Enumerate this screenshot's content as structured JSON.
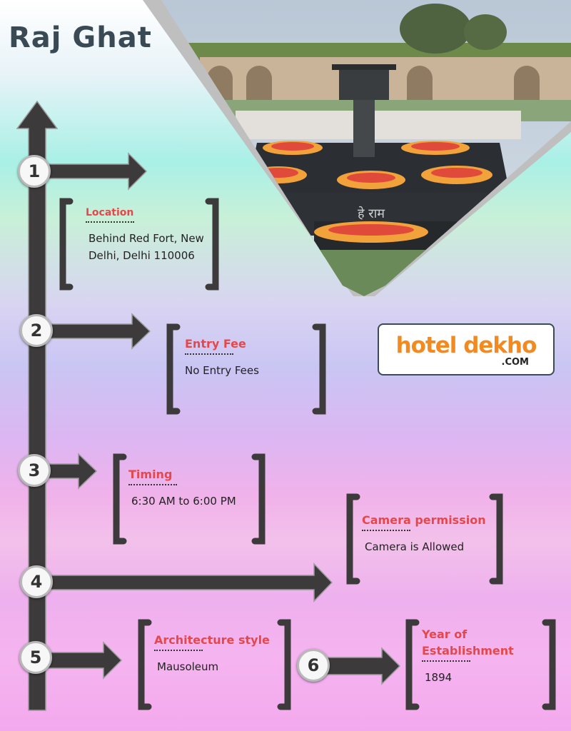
{
  "title": "Raj Ghat",
  "photo": {
    "inscription": "हे राम"
  },
  "steps": [
    {
      "number": "1",
      "title": "Location",
      "lines": [
        "Behind Red Fort, New",
        "Delhi, Delhi 110006"
      ]
    },
    {
      "number": "2",
      "title": "Entry Fee",
      "lines": [
        "No Entry Fees"
      ]
    },
    {
      "number": "3",
      "title": "Timing",
      "lines": [
        "6:30 AM to 6:00 PM"
      ]
    },
    {
      "number": "4",
      "title": "Camera permission",
      "lines": [
        "Camera is Allowed"
      ]
    },
    {
      "number": "5",
      "title": "Architecture style",
      "lines": [
        "Mausoleum"
      ]
    },
    {
      "number": "6",
      "title": "Year of Establishment",
      "title_lines": [
        "Year of",
        "Establishment"
      ],
      "lines": [
        "1894"
      ]
    }
  ],
  "logo": {
    "main": "hotel dekho",
    "sub": ".COM"
  },
  "colors": {
    "accent": "#e5484a",
    "arrow": "#3d3a3b",
    "logo_orange": "#f38a1f"
  }
}
